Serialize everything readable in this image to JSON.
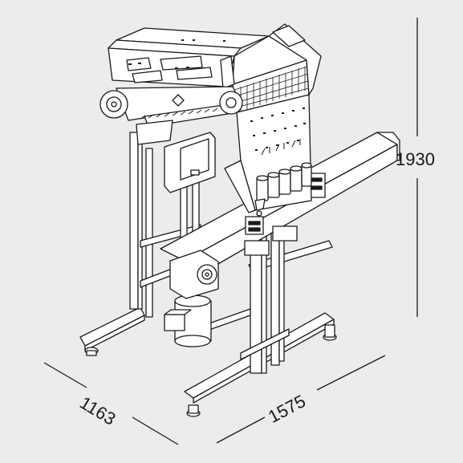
{
  "dimensions": {
    "height": "1930",
    "depth": "1163",
    "width": "1575"
  },
  "colors": {
    "background": "#ececec",
    "line": "#1a1a1a",
    "fill": "#ffffff"
  },
  "icons": {
    "machine": "multihead-packaging-machine-line-drawing"
  }
}
